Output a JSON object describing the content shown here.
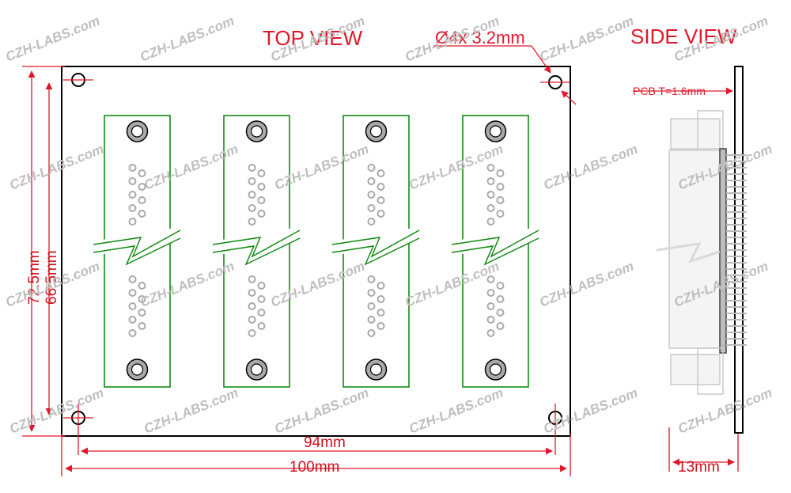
{
  "top_view": {
    "title": "TOP VIEW",
    "hole_note": "Ø4x 3.2mm",
    "dim_height_outer": "72.5mm",
    "dim_height_inner": "66.5mm",
    "dim_width_inner": "94mm",
    "dim_width_outer": "100mm",
    "connector_count": 4
  },
  "side_view": {
    "title": "SIDE VIEW",
    "pcb_note": "PCB T=1.6mm",
    "dim_depth": "13mm"
  },
  "watermark": "CZH-LABS.com",
  "colors": {
    "dimension": "#e0182b",
    "connector_outline": "#138a13",
    "board_outline": "#000000",
    "hole_fill": "#a9a9a9",
    "watermark": "#bfbfbf"
  }
}
